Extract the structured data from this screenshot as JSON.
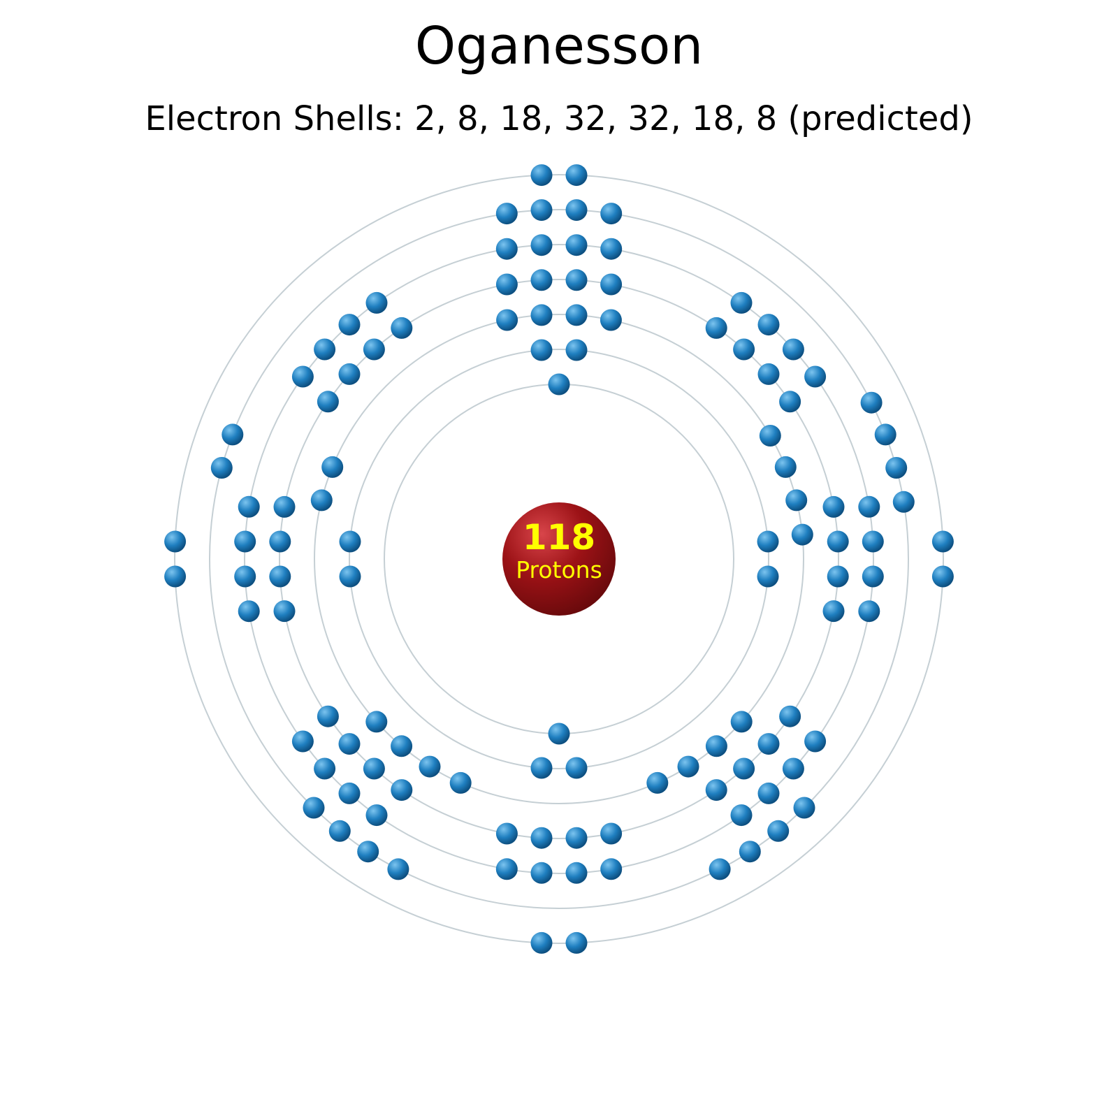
{
  "title": "Oganesson",
  "subtitle": "Electron Shells: 2, 8, 18, 32, 32, 18, 8 (predicted)",
  "shells": [
    2,
    8,
    18,
    32,
    32,
    18,
    8
  ],
  "nucleus": {
    "number": "118",
    "label": "Protons"
  },
  "colors": {
    "orbit": "#c5cfd4",
    "electron": "#1f7fc0",
    "electron_dark": "#0d4f80",
    "electron_light": "#7cc4ef",
    "nucleus": "#9c1216",
    "nucleus_dark": "#6a0a0c",
    "nucleus_light": "#d8454a",
    "nucleus_text": "#ffff00"
  }
}
